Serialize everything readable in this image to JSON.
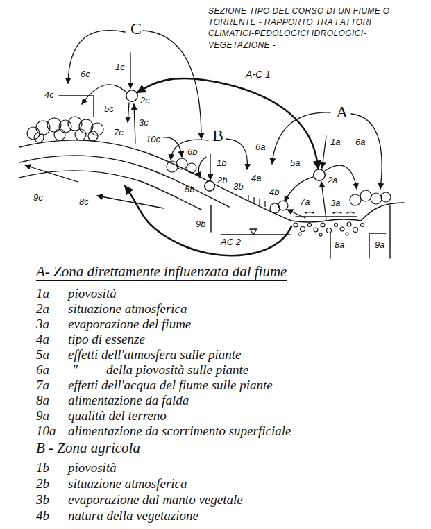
{
  "diagram": {
    "title": "SEZIONE TIPO DEL CORSO DI UN FIUME O TORRENTE - RAPPORTO TRA FATTORI CLIMATICI-PEDOLOGICI IDROLOGICI-VEGETAZIONE -",
    "nodes": [
      {
        "text": [
          "2c"
        ]
      },
      {
        "text": [
          "2b"
        ]
      },
      {
        "text": [
          "2a"
        ]
      }
    ],
    "edges": [
      {
        "from": 2,
        "to": 0,
        "arrow": "both",
        "label": "A-C 1"
      }
    ],
    "labels": [
      "C",
      "1c",
      "6c",
      "4c",
      "5c",
      "7c",
      "3c",
      "10c",
      "9c",
      "8c",
      "B",
      "6b",
      "1b",
      "5b",
      "4a",
      "4b",
      "3b",
      "9b",
      "A",
      "1a",
      "6a",
      "6a",
      "5a",
      "7a",
      "3a",
      "8a",
      "9a",
      "AC 2",
      "A- Zona direttamente influenzata dal fiume",
      "1a",
      "piovosità",
      "2a",
      "situazione atmosferica",
      "3a",
      "evaporazione del fiume",
      "4a",
      "tipo di essenze",
      "5a",
      "effetti dell'atmosfera sulle piante",
      "6a",
      "\"",
      "della piovosità sulle piante",
      "7a",
      "effetti dell'acqua del fiume sulle piante",
      "8a",
      "alimentazione da falda",
      "9a",
      "qualità del terreno",
      "10a",
      "alimentazione da scorrimento superficiale",
      "B - Zona agricola",
      "1b",
      "piovosità",
      "2b",
      "situazione atmosferica",
      "3b",
      "evaporazione dal manto vegetale",
      "4b",
      "natura della vegetazione"
    ]
  }
}
